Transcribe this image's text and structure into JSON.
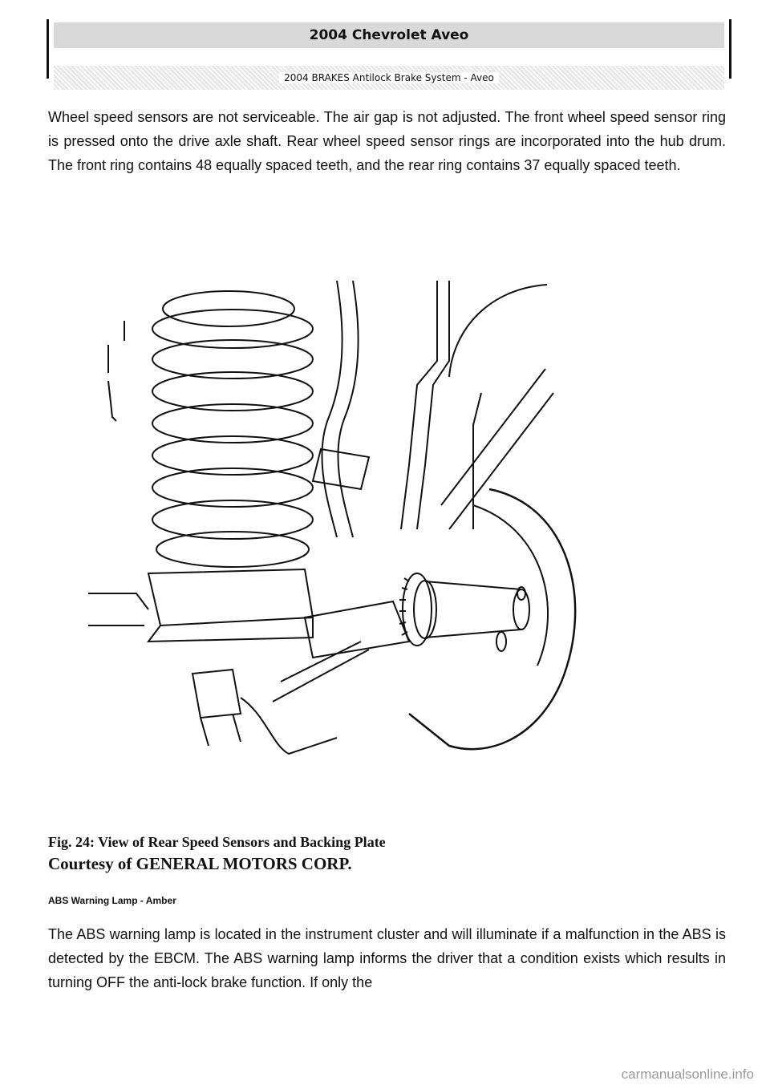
{
  "header": {
    "title": "2004 Chevrolet Aveo",
    "subtitle": "2004 BRAKES Antilock Brake System - Aveo"
  },
  "body": {
    "para1": "Wheel speed sensors are not serviceable. The air gap is not adjusted. The front wheel speed sensor ring is pressed onto the drive axle shaft. Rear wheel speed sensor rings are incorporated into the hub drum. The front ring contains 48 equally spaced teeth, and the rear ring contains 37 equally spaced teeth.",
    "caption": "Fig. 24: View of Rear Speed Sensors and Backing Plate",
    "courtesy": "Courtesy of GENERAL MOTORS CORP.",
    "subheading": "ABS Warning Lamp - Amber",
    "para2": "The ABS warning lamp is located in the instrument cluster and will illuminate if a malfunction in the ABS is detected by the EBCM. The ABS warning lamp informs the driver that a condition exists which results in turning OFF the anti-lock brake function. If only the"
  },
  "footer": {
    "watermark": "carmanualsonline.info"
  }
}
